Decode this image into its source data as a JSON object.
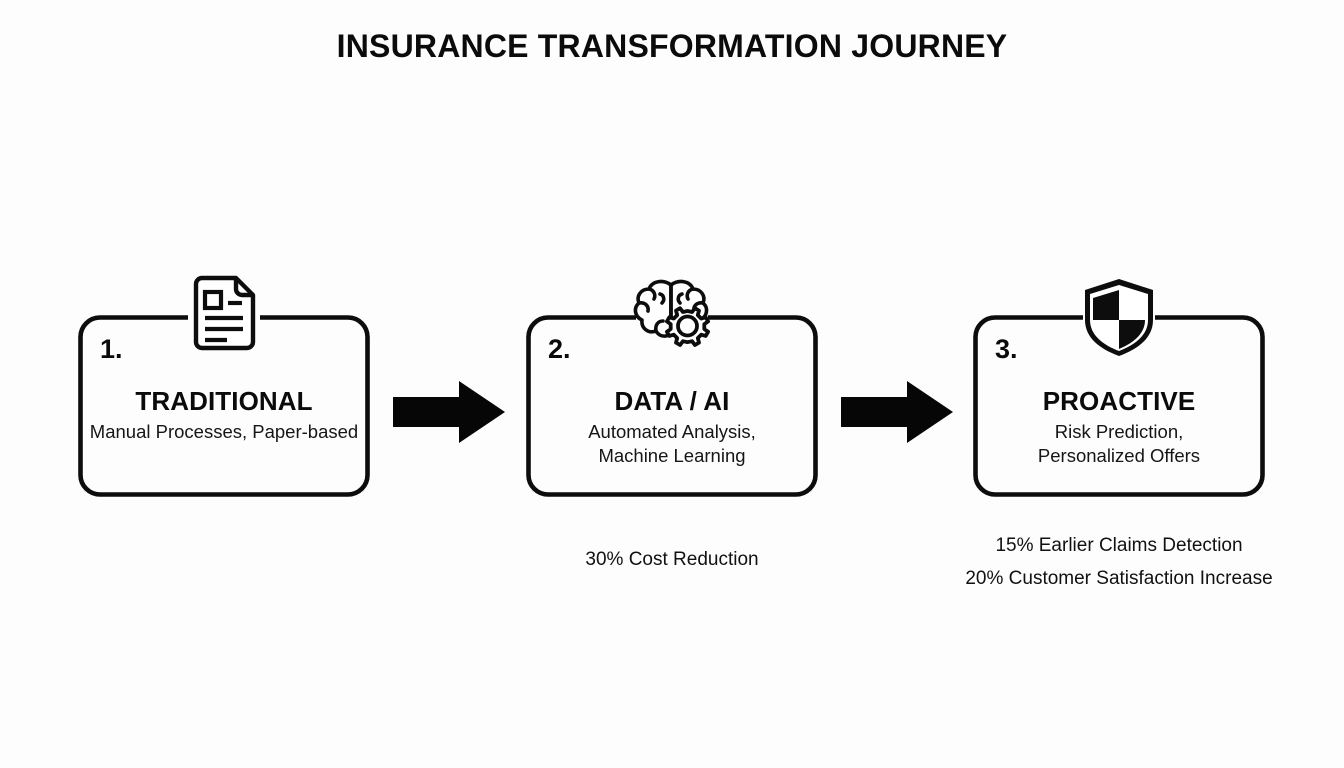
{
  "title": "INSURANCE TRANSFORMATION JOURNEY",
  "colors": {
    "background": "#fdfdfd",
    "ink": "#0b0b0b",
    "stroke": "#111111"
  },
  "stages": [
    {
      "number": "1.",
      "label": "TRADITIONAL",
      "subtitle_line1": "Manual Processes, Paper-based",
      "subtitle_line2": "",
      "icon": "document-icon"
    },
    {
      "number": "2.",
      "label": "DATA / AI",
      "subtitle_line1": "Automated Analysis,",
      "subtitle_line2": "Machine Learning",
      "icon": "brain-gear-icon"
    },
    {
      "number": "3.",
      "label": "PROACTIVE",
      "subtitle_line1": "Risk Prediction,",
      "subtitle_line2": "Personalized Offers",
      "icon": "shield-icon"
    }
  ],
  "connectors": [
    {
      "name": "arrow-stage1-to-stage2",
      "direction": "right"
    },
    {
      "name": "arrow-stage2-to-stage3",
      "direction": "right"
    }
  ],
  "stats": {
    "stage2": [
      "30% Cost Reduction"
    ],
    "stage3": [
      "15% Earlier Claims Detection",
      "20% Customer Satisfaction Increase"
    ]
  }
}
